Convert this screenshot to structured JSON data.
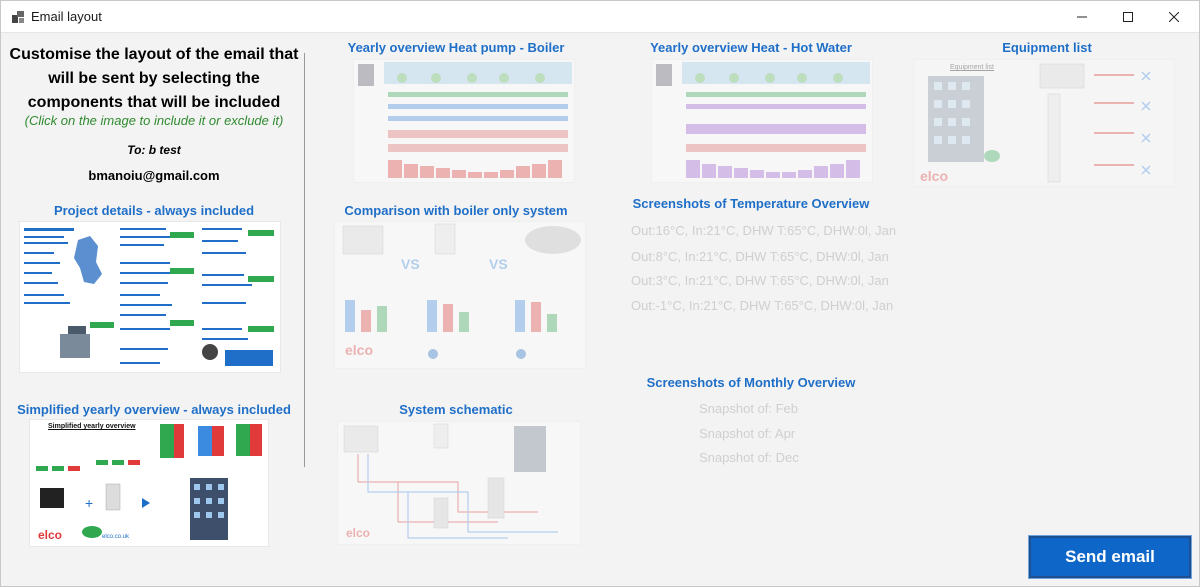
{
  "window": {
    "title": "Email layout"
  },
  "left": {
    "heading": "Customise the layout of the email that will be sent by selecting the components that will be included",
    "instruction": "(Click on the image to include it or exclude it)",
    "to": "To: b test",
    "email": "bmanoiu@gmail.com"
  },
  "sections": {
    "project_details": "Project details - always included",
    "simplified_yearly": "Simplified yearly overview - always included",
    "yearly_hp_boiler": "Yearly overview Heat pump - Boiler",
    "comparison_boiler": "Comparison with boiler only system",
    "system_schematic": "System schematic",
    "yearly_heat_hw": "Yearly overview Heat - Hot Water",
    "screenshots_temp": "Screenshots of Temperature Overview",
    "screenshots_monthly": "Screenshots of Monthly Overview",
    "equipment_list": "Equipment list"
  },
  "temperature_lines": [
    "Out:16°C, In:21°C, DHW T:65°C, DHW:0l, Jan",
    "Out:8°C, In:21°C, DHW T:65°C, DHW:0l, Jan",
    "Out:3°C, In:21°C, DHW T:65°C, DHW:0l, Jan",
    "Out:-1°C, In:21°C, DHW T:65°C, DHW:0l, Jan"
  ],
  "monthly_lines": [
    "Snapshot of:  Feb",
    "Snapshot of:  Apr",
    "Snapshot of:  Dec"
  ],
  "thumb_text": {
    "simplified_title": "Simplified yearly overview",
    "elco": "elco",
    "elco_url": "elco.co.uk",
    "vs": "VS",
    "equipment_list_label": "Equipment list"
  },
  "buttons": {
    "send": "Send email"
  },
  "colors": {
    "accent": "#1f6fc8",
    "instruction": "#2f8a2f",
    "send_bg": "#0e66c8"
  }
}
